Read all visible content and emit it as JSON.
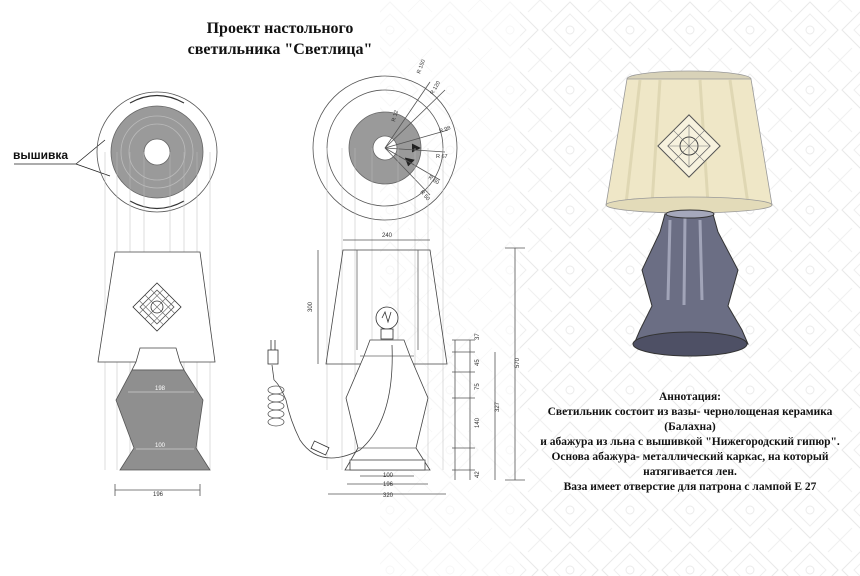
{
  "title": {
    "line1": "Проект настольного",
    "line2": "светильника \"Светлица\""
  },
  "labels": {
    "embroidery": "вышивка"
  },
  "annotation": {
    "heading": "Аннотация:",
    "line1": "Светильник состоит из вазы- чернолощеная керамика",
    "line2": "(Балахна)",
    "line3": "и абажура из льна с вышивкой \"Нижегородский гипюр\".",
    "line4": "Основа абажура- металлический каркас, на который",
    "line5": "натягивается лен.",
    "line6": "Ваза имеет отверстие для патрона с лампой Е 27"
  },
  "dimensions": {
    "r150": "R 150",
    "r120": "R 120",
    "r98": "R 98",
    "r67": "R 67",
    "r60": "R 60",
    "r50": "R 50",
    "r12": "R 12",
    "w240": "240",
    "h300": "300",
    "h570": "570",
    "h37": "37",
    "h45": "45",
    "h75": "75",
    "h327": "327",
    "h140": "140",
    "h42": "42",
    "w198": "198",
    "w100_front": "100",
    "w196_front": "196",
    "w100": "100",
    "w196": "196",
    "w320": "320"
  },
  "colors": {
    "vase_fill": "#8f8f8f",
    "line": "#555555",
    "shade": "#efe7c7"
  }
}
